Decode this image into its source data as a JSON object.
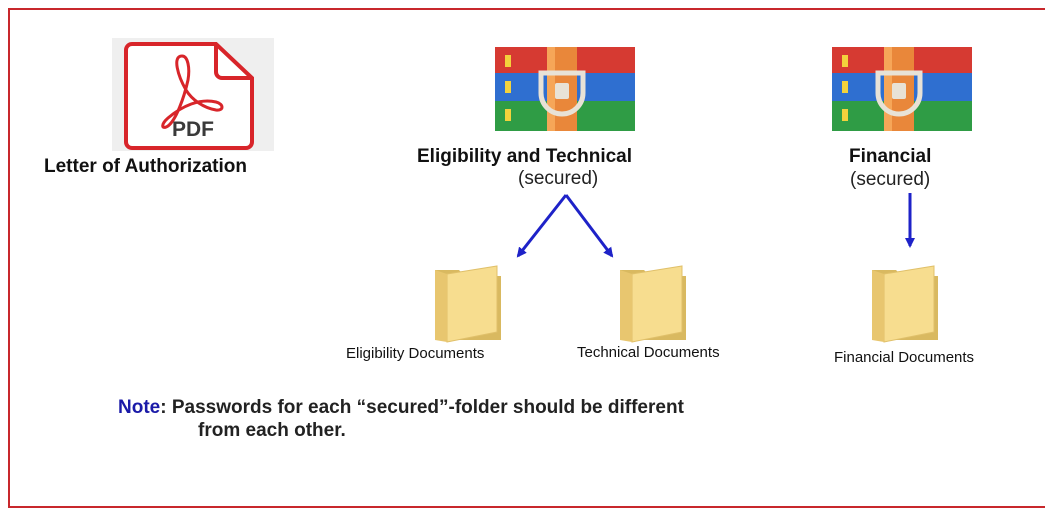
{
  "colors": {
    "frame_border": "#c8282c",
    "arrow": "#1e22c8",
    "note_key": "#1a1aa8",
    "pdf_accent": "#d8252a",
    "folder": "#f4d98a"
  },
  "icons": {
    "pdf": "pdf-file-icon",
    "archive": "winrar-archive-icon",
    "folder": "folder-icon"
  },
  "pdf_item": {
    "icon_text": "PDF",
    "label": "Letter of Authorization"
  },
  "archives": [
    {
      "title": "Eligibility and Technical",
      "subtitle": "(secured)"
    },
    {
      "title": "Financial",
      "subtitle": "(secured)"
    }
  ],
  "folders": [
    {
      "label": "Eligibility Documents"
    },
    {
      "label": "Technical Documents"
    },
    {
      "label": "Financial Documents"
    }
  ],
  "note": {
    "key": "Note",
    "line1": ": Passwords for each “secured”-folder should be different",
    "line2": "from each other."
  }
}
